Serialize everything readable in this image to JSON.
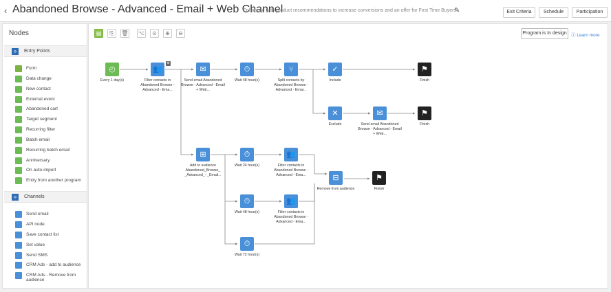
{
  "header": {
    "back": "‹",
    "title": "Abandoned Browse - Advanced - Email + Web Channel",
    "subtitle": "Enhanced with product recommendations to increase conversions and an offer for First Time Buyers",
    "buttons": [
      "Exit Criteria",
      "Schedule",
      "Participation"
    ]
  },
  "sidebar": {
    "title": "Nodes",
    "entry_points": {
      "label": "Entry Points",
      "items": [
        "Form",
        "Data change",
        "New contact",
        "External event",
        "Abandoned cart",
        "Target segment",
        "Recurring filter",
        "Batch email",
        "Recurring batch email",
        "Anniversary",
        "On auto-import",
        "Entry from another program"
      ]
    },
    "channels": {
      "label": "Channels",
      "items": [
        "Send email",
        "API node",
        "Save contact list",
        "Set value",
        "Send SMS",
        "CRM Ads - add to audience",
        "CRM Ads - Remove from audience"
      ]
    }
  },
  "canvas": {
    "status": "Program is In design",
    "learn_more": "Learn more",
    "nodes": {
      "every": "Every 1 day(s)",
      "filter1": "Filter contacts in Abandoned Browse - Advanced - Ema...",
      "send1": "Send email Abandoned Browse - Advanced - Email + Web...",
      "wait48a": "Wait 48 hour(s)",
      "split": "Split contacts by Abandoned Browse - Advanced - Emai...",
      "include": "Include",
      "finish1": "Finish",
      "exclude": "Exclude",
      "send2": "Send email Abandoned Browse - Advanced - Email + Web...",
      "finish2": "Finish",
      "add_aud": "Add to audience Abandoned_Browse_ _Advanced_- _Email...",
      "wait24": "Wait 24 hour(s)",
      "filter2": "Filter contacts in Abandoned Browse - Advanced - Ema...",
      "remove_aud": "Remove from audience",
      "finish3": "Finish",
      "wait48b": "Wait 48 hour(s)",
      "filter3": "Filter contacts in Abandoned Browse - Advanced - Ema...",
      "wait72": "Wait 72 hour(s)"
    }
  },
  "colors": {
    "node_blue": "#4a90d9",
    "entry_green": "#6dbb55",
    "finish_black": "#222222",
    "section_blue": "#2f6cb5"
  }
}
